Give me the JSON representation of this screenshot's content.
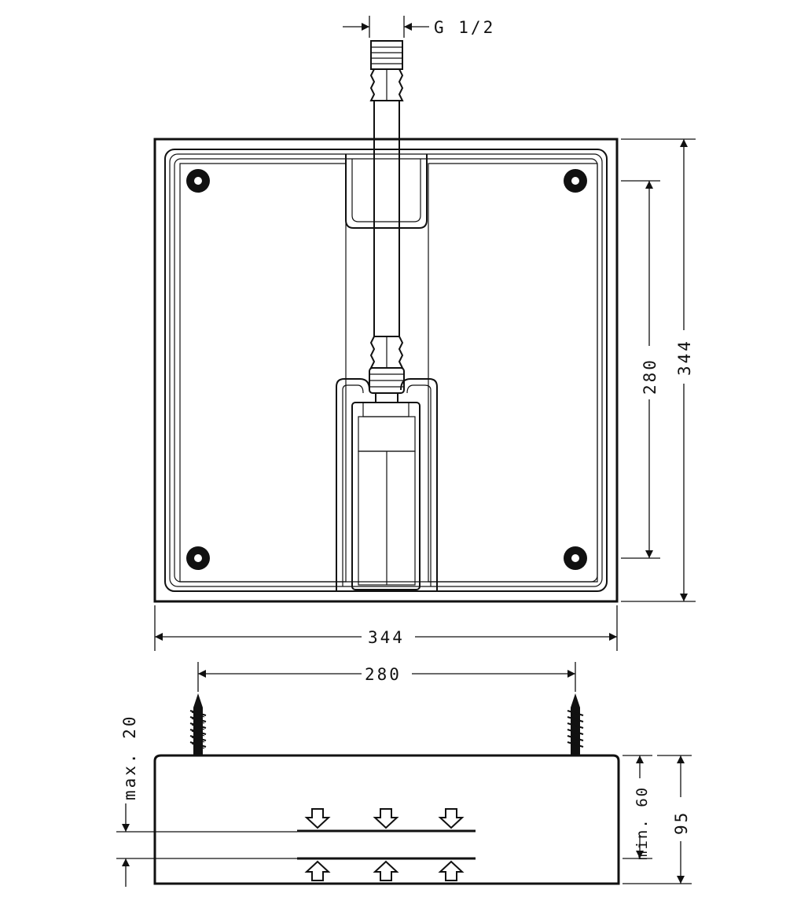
{
  "thread_label": "G 1/2",
  "top_view": {
    "width_label": "344",
    "height_label": "344",
    "hole_spacing_label": "280"
  },
  "side_view": {
    "hole_spacing_label": "280",
    "max_label": "max. 20",
    "min_label": "min. 60",
    "height_label": "95"
  }
}
